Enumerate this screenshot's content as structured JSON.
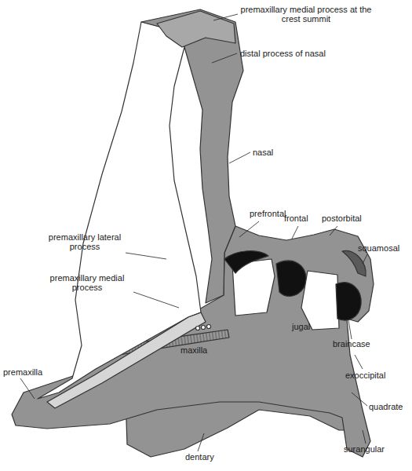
{
  "diagram": {
    "labels": [
      "premaxillary medial process at the crest summit",
      "distal process of nasal",
      "nasal",
      "prefrontal",
      "frontal",
      "postorbital",
      "squamosal",
      "premaxillary lateral process",
      "premaxillary medial process",
      "jugal",
      "maxilla",
      "braincase",
      "exoccipital",
      "premaxilla",
      "quadrate",
      "surangular",
      "dentary"
    ]
  }
}
